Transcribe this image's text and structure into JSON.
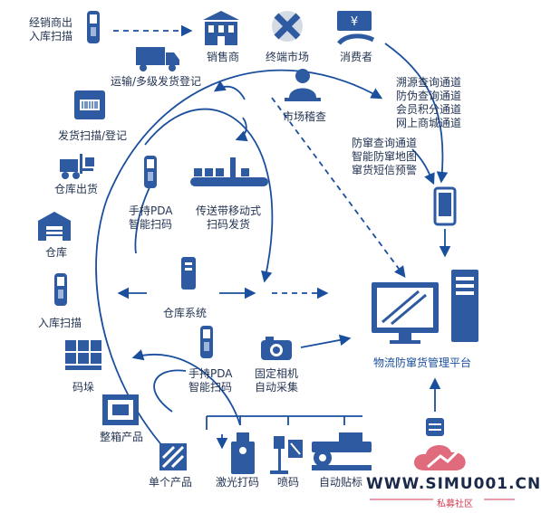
{
  "colors": {
    "primary": "#1a4f9e",
    "icon_fill": "#2d5aa0",
    "text": "#243553",
    "watermark_red": "#d23b52"
  },
  "labels": {
    "inbound_dealer": [
      "经销商出",
      "入库扫描"
    ],
    "shipping_register": "运输/多级发货登记",
    "dealer": "销售商",
    "terminal_market": "终端市场",
    "consumer": "消费者",
    "market_inspection": "市场稽查",
    "consumer_channels": [
      "溯源查询通道",
      "防伪查询通道",
      "会员积分通道",
      "网上商城通道"
    ],
    "inspection_channels": [
      "防窜查询通道",
      "智能防窜地图",
      "窜货短信预警"
    ],
    "ship_scan_register": "发货扫描/登记",
    "warehouse_out": "仓库出货",
    "handheld_pda_top": [
      "手持PDA",
      "智能扫码"
    ],
    "conveyor": [
      "传送带移动式",
      "扫码发货"
    ],
    "warehouse": "仓库",
    "warehouse_system": "仓库系统",
    "inbound_scan": "入库扫描",
    "platform": "物流防窜货管理平台",
    "stack_code": "码垛",
    "handheld_pda_bottom": [
      "手持PDA",
      "智能扫码"
    ],
    "fixed_camera": [
      "固定相机",
      "自动采集"
    ],
    "case_product": "整箱产品",
    "single_product": "单个产品",
    "laser_coding": "激光打码",
    "ink_coding": "喷码",
    "auto_labeling": "自动贴标"
  },
  "watermark": {
    "site": "WWW.SIMU001.CN",
    "community": "私募社区"
  },
  "icons": [
    "handheld-scanner-icon",
    "store-icon",
    "terminal-market-icon",
    "consumer-icon",
    "truck-icon",
    "inspector-icon",
    "barcode-box-icon",
    "forklift-icon",
    "warehouse-icon",
    "conveyor-icon",
    "server-tower-icon",
    "smartphone-icon",
    "computer-monitor-icon",
    "camera-icon",
    "pallet-icon",
    "product-box-icon",
    "single-product-icon",
    "laser-coder-icon",
    "ink-coder-icon",
    "labeler-icon",
    "database-icon",
    "cloud-logo-icon"
  ]
}
